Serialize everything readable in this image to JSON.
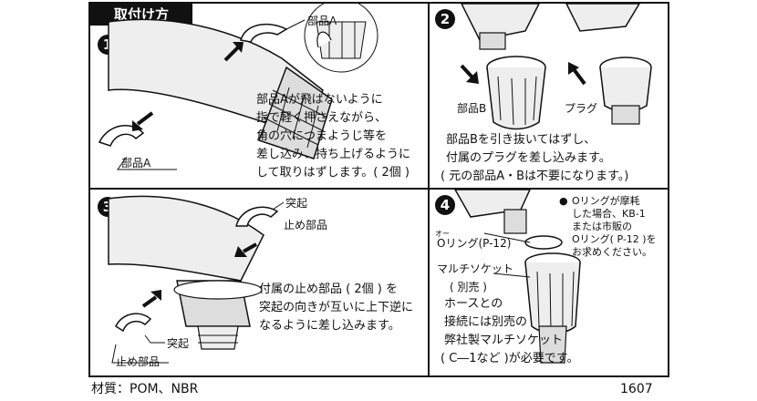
{
  "header": {
    "title": "取付け方"
  },
  "steps": [
    {
      "number": "1",
      "part_label_top": "部品A",
      "part_label_bottom": "部品A",
      "text": [
        "部品Aが飛ばないように",
        "指で軽く押さえながら、",
        "角の穴につまようじ等を",
        "差し込み、持ち上げるように",
        "して取りはずします。( 2個 )"
      ]
    },
    {
      "number": "2",
      "label_left": "部品B",
      "label_right": "プラグ",
      "text": [
        "部品Bを引き抜いてはずし、",
        "付属のプラグを差し込みます。",
        "( 元の部品A・Bは不要になります。)"
      ]
    },
    {
      "number": "3",
      "label_top_1": "突起",
      "label_top_2": "止め部品",
      "label_bottom_1": "突起",
      "label_bottom_2": "止め部品",
      "text": [
        "付属の止め部品 ( 2個 ) を",
        "突起の向きが互いに上下逆に",
        "なるように差し込みます。"
      ]
    },
    {
      "number": "4",
      "oring_ruby": "オー",
      "oring_label": "Oリング(P-12)",
      "socket_label": "マルチソケット",
      "socket_sub": "( 別売 )",
      "note_bullet": "●",
      "note": [
        "Oリングが摩耗",
        "した場合、KB-1",
        "または市販の",
        "Oリング( P-12 )を",
        "お求めください。"
      ],
      "text": [
        "ホースとの",
        "接続には別売の",
        "弊社製マルチソケット",
        "( C―1など )が必要です。"
      ]
    }
  ],
  "footer": {
    "material": "材質：POM、NBR",
    "code": "1607"
  }
}
